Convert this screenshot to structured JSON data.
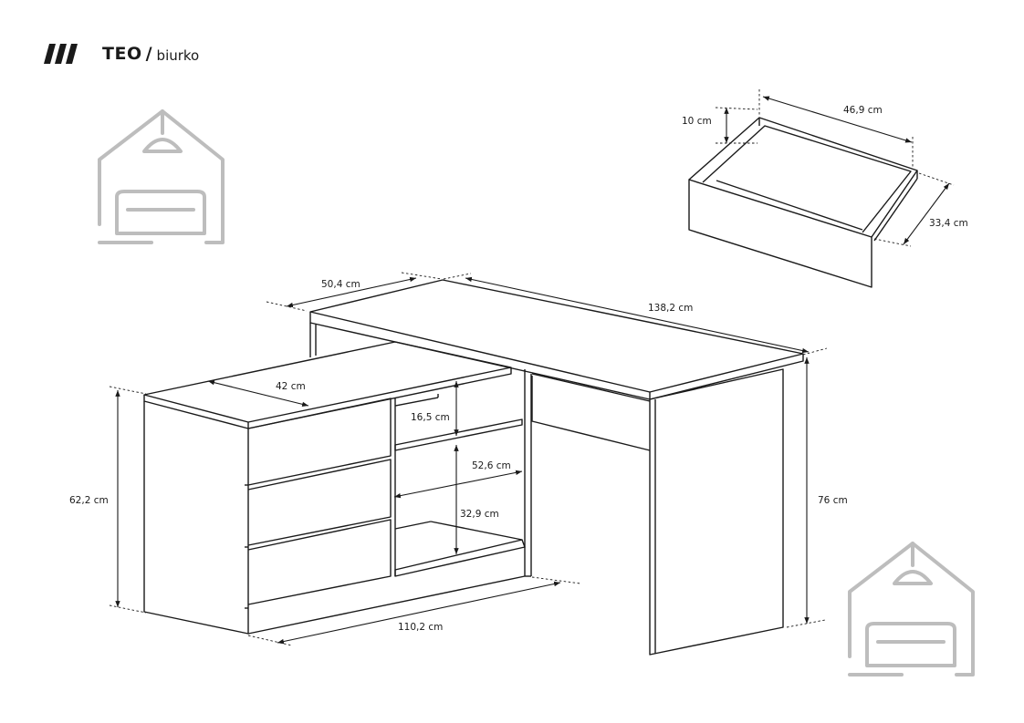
{
  "header": {
    "brand_mark_icon": "triple-slash-icon",
    "product_name": "TEO",
    "separator": "/",
    "product_type": "biurko"
  },
  "dimensions": {
    "drawer_depth": "10 cm",
    "drawer_width": "46,9 cm",
    "drawer_length": "33,4 cm",
    "top_depth": "50,4 cm",
    "top_length": "138,2 cm",
    "cabinet_top_depth": "42 cm",
    "shelf_upper_height": "16,5 cm",
    "shelf_width": "52,6 cm",
    "shelf_lower_height": "32,9 cm",
    "cabinet_height": "62,2 cm",
    "desk_height": "76 cm",
    "cabinet_length": "110,2 cm"
  },
  "decor": {
    "watermark_icon": "house-sofa-icon",
    "line_color": "#1a1a1a",
    "watermark_color": "#bdbdbd"
  }
}
